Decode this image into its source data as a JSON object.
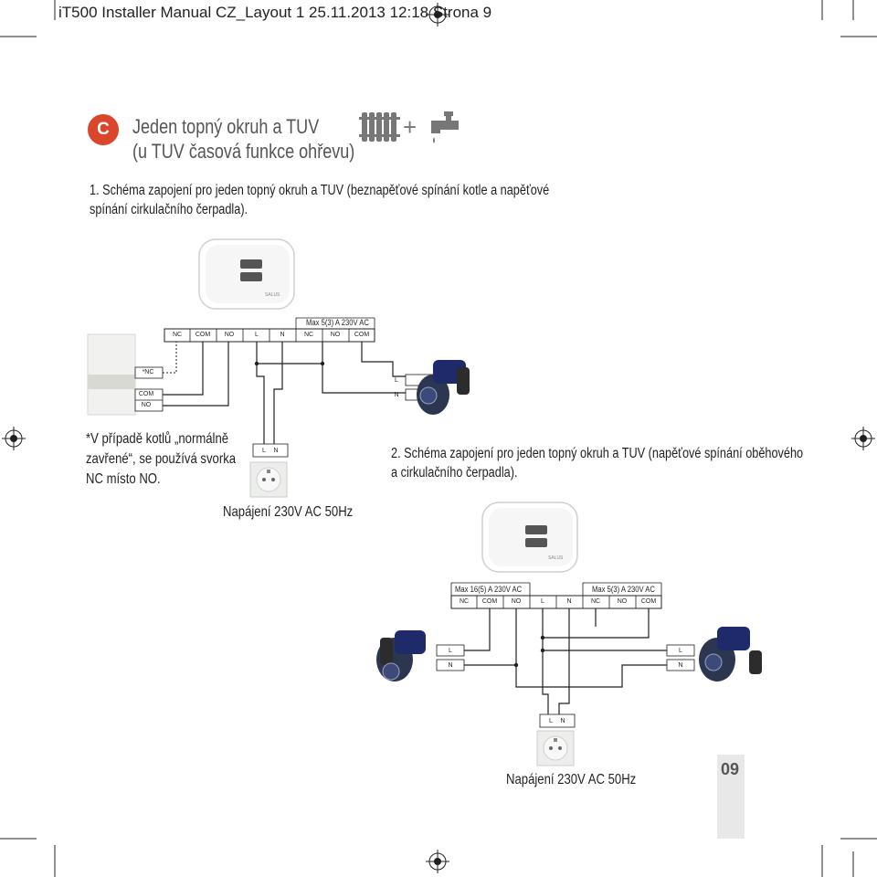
{
  "header": {
    "file_line": "iT500 Installer Manual CZ_Layout 1  25.11.2013  12:18  Strona 9"
  },
  "section": {
    "badge": "C",
    "title_line1": "Jeden topný okruh a TUV",
    "title_line2": "(u TUV časová funkce ohřevu)",
    "plus_sign": "+",
    "icons": [
      "radiator-icon",
      "water-tap-icon"
    ]
  },
  "diagram1": {
    "description_line1": "1. Schéma zapojení pro jeden topný okruh a TUV (beznapěťové spínání kotle a napěťové",
    "description_line2": "spínání cirkulačního čerpadla).",
    "terminals": [
      "NC",
      "COM",
      "NO",
      "L",
      "N",
      "NC",
      "NO",
      "COM"
    ],
    "max_label": "Max 5(3) A 230V AC",
    "boiler_terminals": [
      "*NC",
      "COM",
      "NO"
    ],
    "pump_terminals": [
      "L",
      "N"
    ],
    "socket_terminals": [
      "L",
      "N"
    ],
    "footnote_line1": "*V případě kotlů „normálně",
    "footnote_line2": "zavřené“, se používá svorka",
    "footnote_line3": "NC místo NO.",
    "power_label": "Napájení 230V AC 50Hz"
  },
  "diagram2": {
    "description_line1": "2. Schéma zapojení pro jeden topný okruh a TUV (napěťové spínání oběhového",
    "description_line2": "a cirkulačního čerpadla).",
    "max_label_left": "Max 16(5) A 230V AC",
    "max_label_right": "Max 5(3) A 230V AC",
    "terminals": [
      "NC",
      "COM",
      "NO",
      "L",
      "N",
      "NC",
      "NO",
      "COM"
    ],
    "left_pump_terminals": [
      "L",
      "N"
    ],
    "right_pump_terminals": [
      "L",
      "N"
    ],
    "socket_terminals": [
      "L",
      "N"
    ],
    "power_label": "Napájení 230V AC 50Hz"
  },
  "footer": {
    "page_number": "09"
  }
}
